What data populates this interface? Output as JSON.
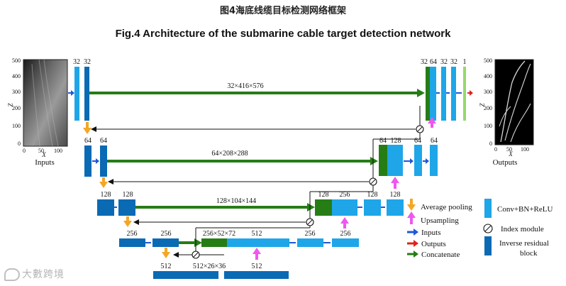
{
  "header": {
    "title_cn": "图4海底线缆目标检测网络框架",
    "title_en": "Fig.4 Architecture of the submarine cable target detection network"
  },
  "plots": {
    "y_axis_label": "Z",
    "x_axis_label": "X",
    "y_ticks": [
      "500",
      "400",
      "300",
      "200",
      "100",
      "0"
    ],
    "x_ticks": [
      "0",
      "50",
      "100"
    ],
    "inputs_label": "Inputs",
    "outputs_label": "Outputs"
  },
  "channels": {
    "l1_in_a": "32",
    "l1_in_b": "32",
    "l1_out_a": "32",
    "l1_out_b": "64",
    "l1_out_c": "32",
    "l1_out_d": "32",
    "l1_out_e": "1",
    "l2_in_a": "64",
    "l2_in_b": "64",
    "l2_up_a": "64",
    "l2_up_b": "128",
    "l2_out_a": "64",
    "l2_out_b": "64",
    "l3_in_a": "128",
    "l3_in_b": "128",
    "l3_up_a": "128",
    "l3_up_b": "256",
    "l3_out_a": "128",
    "l3_out_b": "128",
    "l4_in_a": "256",
    "l4_in_b": "256",
    "l4_mid": "512",
    "l4_out_a": "256",
    "l4_out_b": "256",
    "l5_a": "512",
    "l5_b": "512"
  },
  "dims": {
    "l1": "32×416×576",
    "l2": "64×208×288",
    "l3": "128×104×144",
    "l4": "256×52×72",
    "l5": "512×26×36"
  },
  "legend": {
    "average_pooling": "Average pooling",
    "upsampling": "Upsampling",
    "inputs": "Inputs",
    "outputs": "Outputs",
    "concatenate": "Concatenate",
    "conv_block": "Conv+BN+ReLU",
    "index_module": "Index module",
    "inverse_residual_line1": "Inverse residual",
    "inverse_residual_line2": "block"
  },
  "colors": {
    "light_blue": "#1ea6e8",
    "dark_blue": "#0a6ab4",
    "green": "#267d16",
    "orange": "#f5a623",
    "magenta": "#ef57ef",
    "red": "#e0201b",
    "blue_arrow": "#1f57d9"
  },
  "watermark": "大數跨境"
}
